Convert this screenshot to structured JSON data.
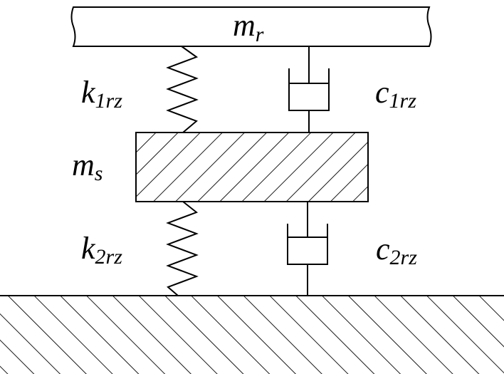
{
  "labels": {
    "top_mass": {
      "base": "m",
      "sub": "r"
    },
    "middle_mass": {
      "base": "m",
      "sub": "s"
    },
    "upper_spring": {
      "base": "k",
      "sub": "1rz"
    },
    "upper_damper": {
      "base": "c",
      "sub": "1rz"
    },
    "lower_spring": {
      "base": "k",
      "sub": "2rz"
    },
    "lower_damper": {
      "base": "c",
      "sub": "2rz"
    }
  },
  "colors": {
    "stroke": "#000000",
    "background": "#ffffff"
  }
}
